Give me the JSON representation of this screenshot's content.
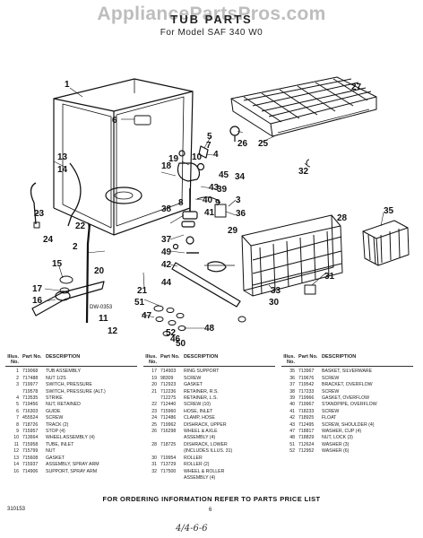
{
  "watermark": "AppliancePartsPros.com",
  "title": "TUB PARTS",
  "subtitle": "For Model SAF 340 W0",
  "callouts": [
    "1",
    "2",
    "3",
    "4",
    "5",
    "6",
    "7",
    "8",
    "9",
    "10",
    "11",
    "12",
    "13",
    "14",
    "15",
    "16",
    "17",
    "18",
    "19",
    "20",
    "21",
    "22",
    "23",
    "24",
    "25",
    "26",
    "27",
    "28",
    "29",
    "30",
    "31",
    "32",
    "33",
    "34",
    "35",
    "36",
    "37",
    "38",
    "39",
    "40",
    "41",
    "42",
    "43",
    "44",
    "45",
    "46",
    "47",
    "48",
    "49",
    "50",
    "51",
    "52"
  ],
  "drawing_label": "DW-0353",
  "table_headers": {
    "illus": "Illus. No.",
    "part": "Part No.",
    "description": "DESCRIPTION"
  },
  "parts_columns": [
    [
      {
        "illus": "1",
        "part": "719068",
        "desc": "TUB ASSEMBLY"
      },
      {
        "illus": "2",
        "part": "717488",
        "desc": "NUT 1/2S"
      },
      {
        "illus": "3",
        "part": "719977",
        "desc": "SWITCH, PRESSURE"
      },
      {
        "illus": "",
        "part": "719578",
        "desc": "SWITCH, PRESSURE (ALT.)"
      },
      {
        "illus": "4",
        "part": "713535",
        "desc": "STRIKE"
      },
      {
        "illus": "5",
        "part": "719456",
        "desc": "NUT, RETAINED"
      },
      {
        "illus": "6",
        "part": "716303",
        "desc": "GUIDE"
      },
      {
        "illus": "7",
        "part": "455524",
        "desc": "SCREW"
      },
      {
        "illus": "8",
        "part": "718726",
        "desc": "TRACK (2)"
      },
      {
        "illus": "9",
        "part": "715957",
        "desc": "STOP (4)"
      },
      {
        "illus": "10",
        "part": "713664",
        "desc": "WHEEL ASSEMBLY (4)"
      },
      {
        "illus": "11",
        "part": "715958",
        "desc": "TUBE, INLET"
      },
      {
        "illus": "12",
        "part": "715799",
        "desc": "NUT"
      },
      {
        "illus": "13",
        "part": "715608",
        "desc": "GASKET"
      },
      {
        "illus": "14",
        "part": "715937",
        "desc": "ASSEMBLY, SPRAY ARM"
      },
      {
        "illus": "16",
        "part": "714906",
        "desc": "SUPPORT, SPRAY ARM"
      }
    ],
    [
      {
        "illus": "17",
        "part": "714903",
        "desc": "RING SUPPORT"
      },
      {
        "illus": "19",
        "part": "98309",
        "desc": "SCREW"
      },
      {
        "illus": "20",
        "part": "712923",
        "desc": "GASKET"
      },
      {
        "illus": "21",
        "part": "712236",
        "desc": "RETAINER, R.S."
      },
      {
        "illus": "",
        "part": "712275",
        "desc": "RETAINER, L.S."
      },
      {
        "illus": "22",
        "part": "712440",
        "desc": "SCREW (10)"
      },
      {
        "illus": "23",
        "part": "715960",
        "desc": "HOSE, INLET"
      },
      {
        "illus": "24",
        "part": "712486",
        "desc": "CLAMP, HOSE"
      },
      {
        "illus": "25",
        "part": "719962",
        "desc": "DISHRACK, UPPER"
      },
      {
        "illus": "26",
        "part": "716298",
        "desc": "WHEEL & AXLE"
      },
      {
        "illus": "",
        "part": "",
        "desc": "ASSEMBLY (4)"
      },
      {
        "illus": "28",
        "part": "718725",
        "desc": "DISHRACK, LOWER"
      },
      {
        "illus": "",
        "part": "",
        "desc": "(INCLUDES ILLUS. 31)"
      },
      {
        "illus": "30",
        "part": "719954",
        "desc": "ROLLER"
      },
      {
        "illus": "31",
        "part": "713729",
        "desc": "ROLLER (2)"
      },
      {
        "illus": "32",
        "part": "717500",
        "desc": "WHEEL & ROLLER"
      },
      {
        "illus": "",
        "part": "",
        "desc": "ASSEMBLY (4)"
      }
    ],
    [
      {
        "illus": "35",
        "part": "713967",
        "desc": "BASKET, SILVERWARE"
      },
      {
        "illus": "36",
        "part": "719676",
        "desc": "SCREW"
      },
      {
        "illus": "37",
        "part": "719542",
        "desc": "BRACKET, OVERFLOW"
      },
      {
        "illus": "38",
        "part": "717233",
        "desc": "SCREW"
      },
      {
        "illus": "39",
        "part": "719966",
        "desc": "GASKET, OVERFLOW"
      },
      {
        "illus": "40",
        "part": "719967",
        "desc": "STANDPIPE, OVERFLOW"
      },
      {
        "illus": "41",
        "part": "718233",
        "desc": "SCREW"
      },
      {
        "illus": "42",
        "part": "718925",
        "desc": "FLOAT"
      },
      {
        "illus": "43",
        "part": "712495",
        "desc": "SCREW, SHOULDER (4)"
      },
      {
        "illus": "47",
        "part": "718817",
        "desc": "WASHER, CUP (4)"
      },
      {
        "illus": "48",
        "part": "718829",
        "desc": "NUT, LOCK (3)"
      },
      {
        "illus": "51",
        "part": "712624",
        "desc": "WASHER (3)"
      },
      {
        "illus": "52",
        "part": "712952",
        "desc": "WASHER (6)"
      }
    ]
  ],
  "order_note": "FOR ORDERING INFORMATION REFER TO PARTS PRICE LIST",
  "page_number": "6",
  "doc_code": "310153",
  "handwritten_note": "4/4-6-6"
}
